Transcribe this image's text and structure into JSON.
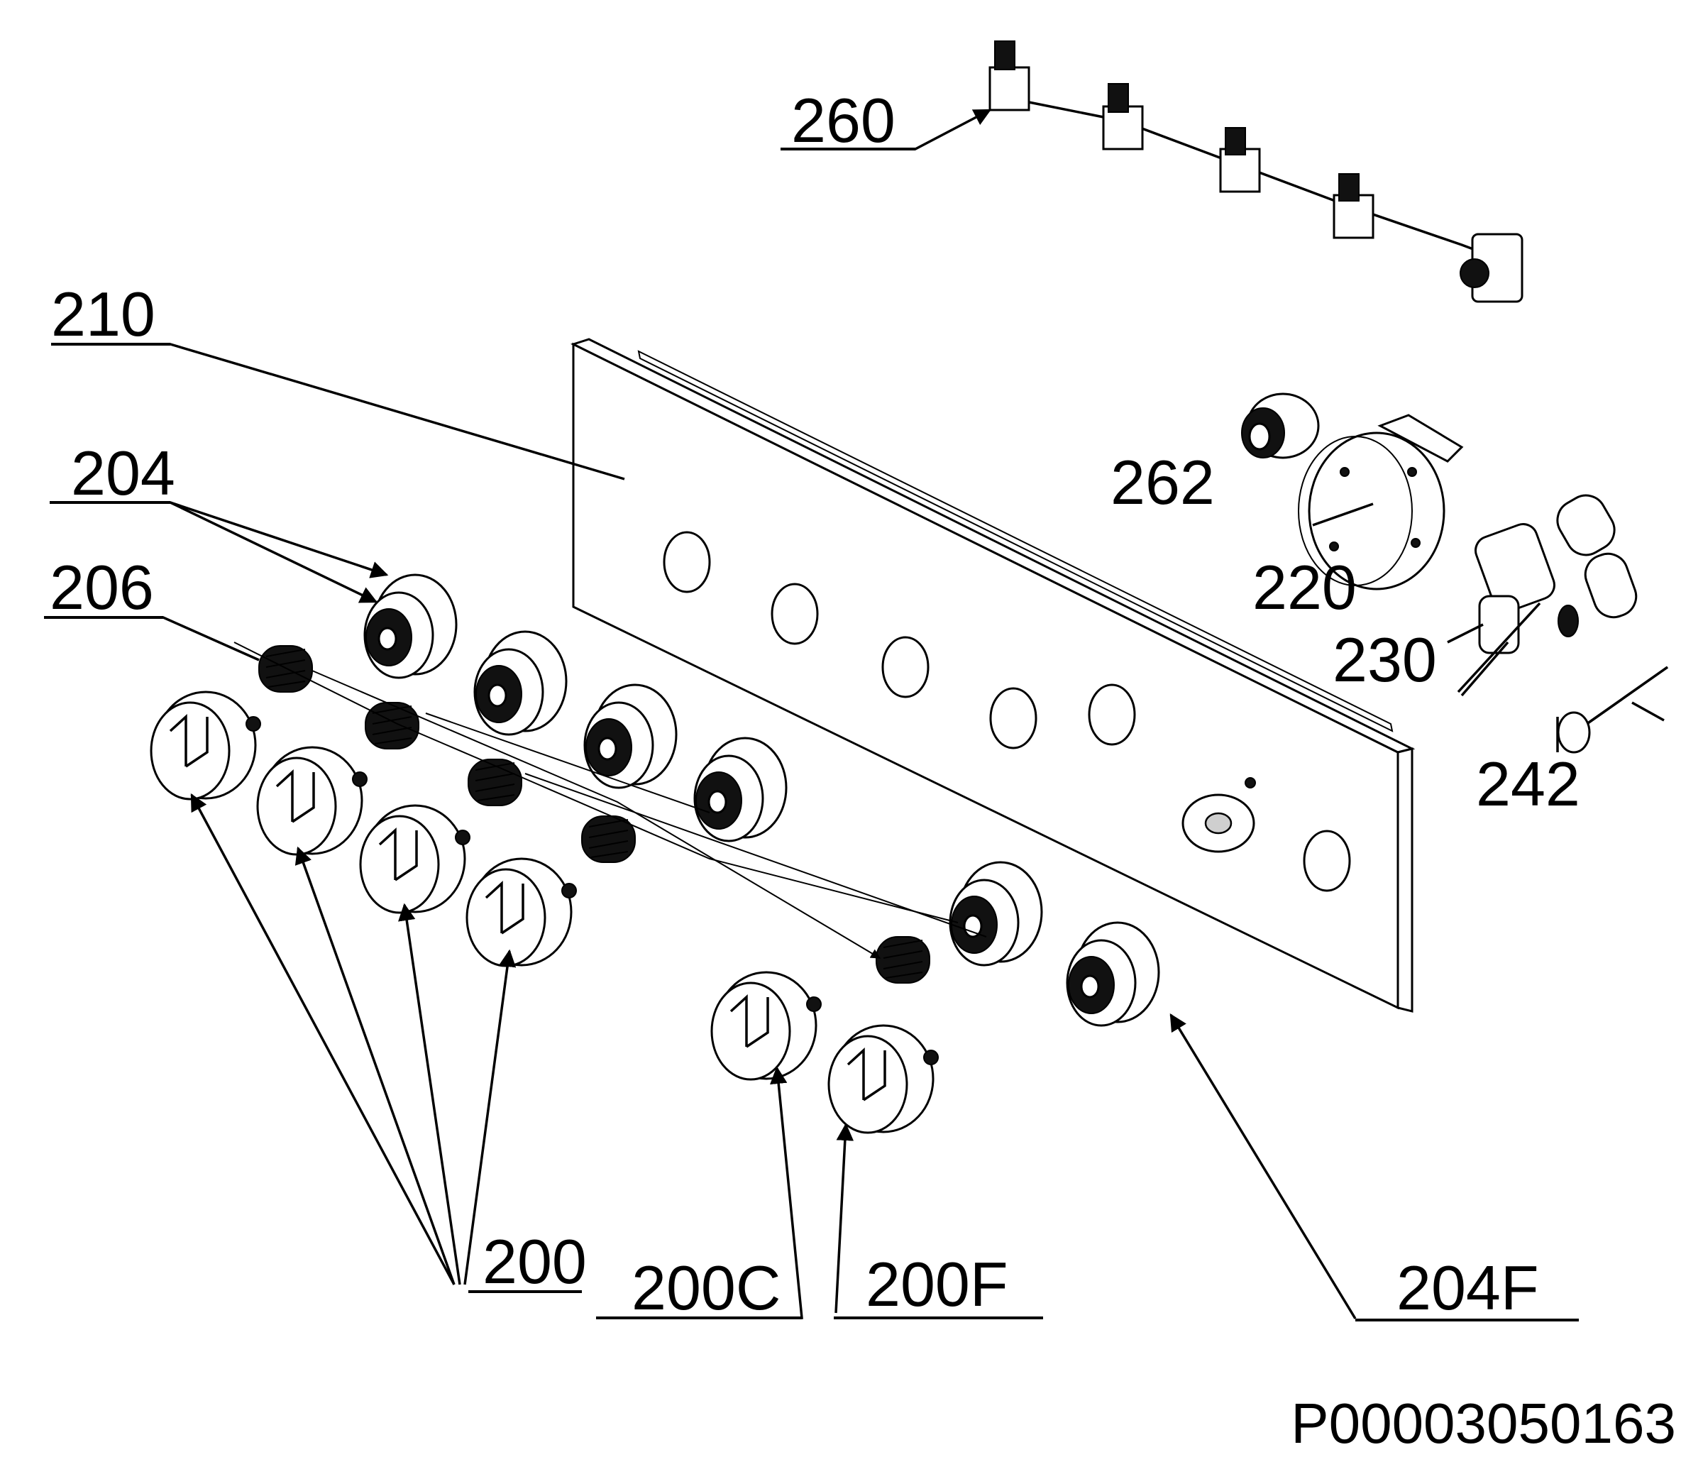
{
  "diagram": {
    "labels": {
      "l260": "260",
      "l210": "210",
      "l204": "204",
      "l206": "206",
      "l262": "262",
      "l220": "220",
      "l230": "230",
      "l242": "242",
      "l200": "200",
      "l200c": "200C",
      "l200f": "200F",
      "l204f": "204F"
    },
    "part_code": "P00003050163"
  }
}
